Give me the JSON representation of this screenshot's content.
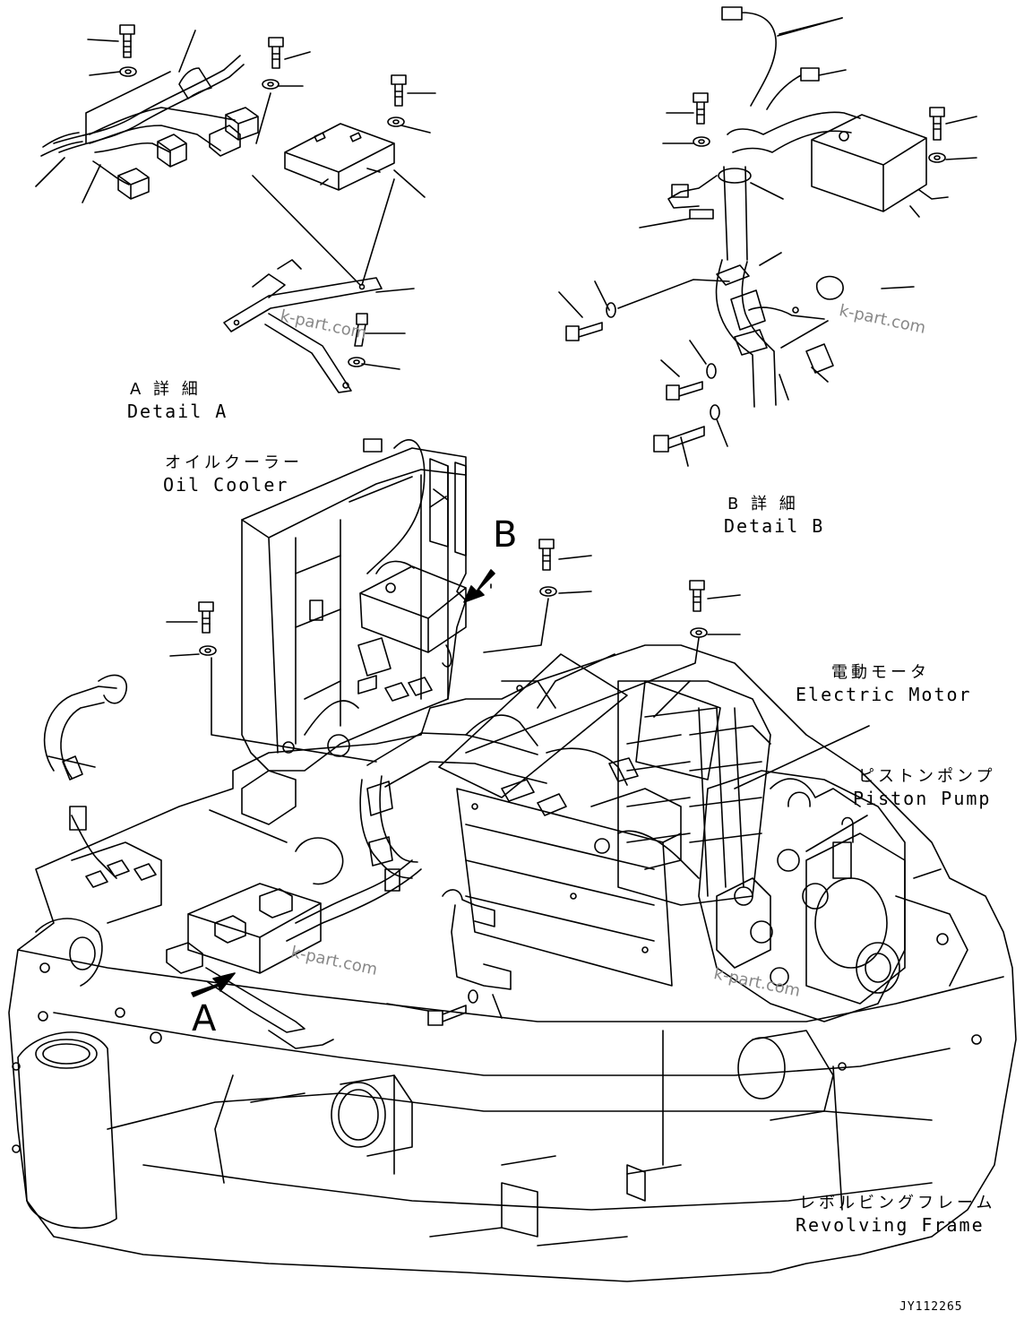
{
  "detail_a": {
    "title_jp": "A 詳 細",
    "title_en": "Detail A"
  },
  "detail_b": {
    "title_jp": "B 詳 細",
    "title_en": "Detail B"
  },
  "oil_cooler": {
    "jp": "オイルクーラー",
    "en": "Oil Cooler"
  },
  "electric_motor": {
    "jp": "電動モータ",
    "en": "Electric Motor"
  },
  "piston_pump": {
    "jp": "ピストンポンプ",
    "en": "Piston Pump"
  },
  "revolving_frame": {
    "jp": "レボルビングフレーム",
    "en": "Revolving Frame"
  },
  "view_markers": {
    "a": "A",
    "b": "B"
  },
  "watermark": "k-part.com",
  "drawing_code": "JY112265"
}
